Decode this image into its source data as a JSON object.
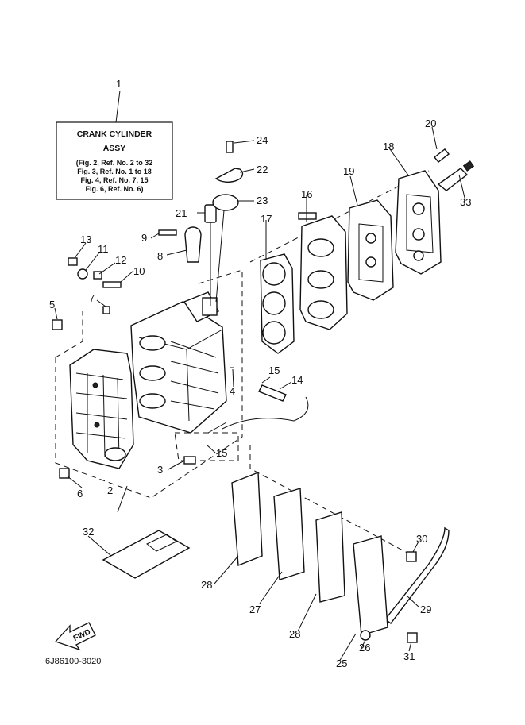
{
  "assembly_box": {
    "title_line1": "CRANK CYLINDER",
    "title_line2": "ASSY",
    "refs": [
      "(Fig. 2, Ref. No. 2 to 32",
      "Fig. 3, Ref. No. 1 to 18",
      "Fig. 4, Ref. No. 7, 15",
      "Fig. 6, Ref. No. 6)"
    ]
  },
  "callouts": {
    "c1": "1",
    "c2": "2",
    "c3": "3",
    "c4": "4",
    "c5": "5",
    "c6": "6",
    "c7": "7",
    "c8": "8",
    "c9": "9",
    "c10": "10",
    "c11": "11",
    "c12": "12",
    "c13": "13",
    "c14": "14",
    "c15a": "15",
    "c15b": "15",
    "c16": "16",
    "c17": "17",
    "c18": "18",
    "c19": "19",
    "c20": "20",
    "c21": "21",
    "c22": "22",
    "c23": "23",
    "c24": "24",
    "c25": "25",
    "c26": "26",
    "c27": "27",
    "c28a": "28",
    "c28b": "28",
    "c29": "29",
    "c30": "30",
    "c31": "31",
    "c32": "32",
    "c33": "33"
  },
  "fwd_label": "FWD",
  "diagram_code": "6J86100-3020"
}
